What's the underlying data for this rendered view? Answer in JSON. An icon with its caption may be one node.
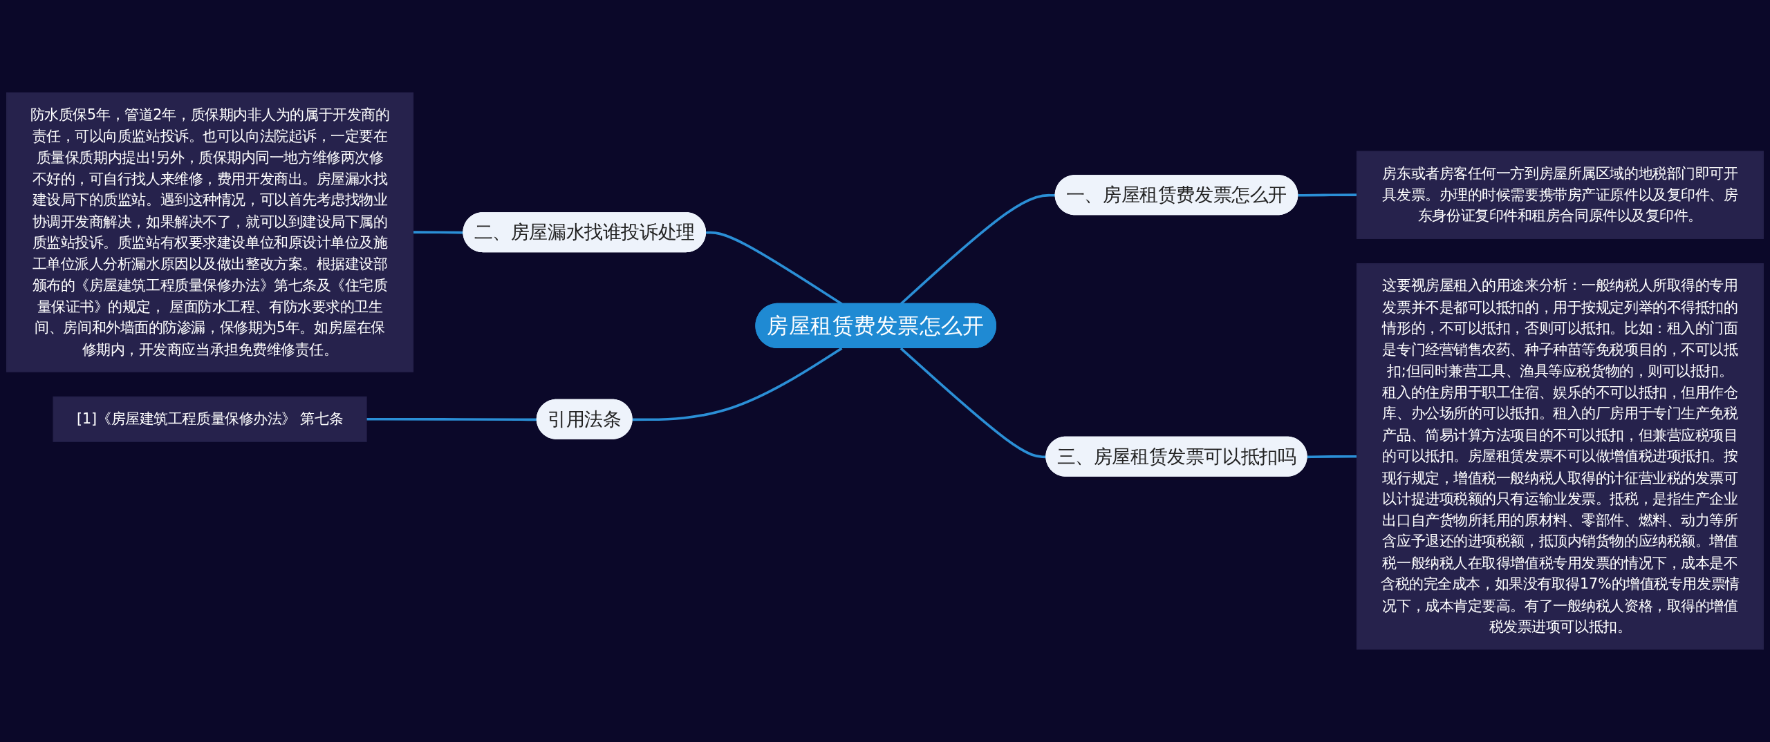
{
  "diagram": {
    "nodes": [
      {
        "text": [
          "房屋租赁费发票怎么开"
        ]
      },
      {
        "text": [
          "一、房屋租赁费发票怎么开"
        ]
      },
      {
        "text": [
          "房东或者房客任何一方到房屋所属区域的地税部门即可开具发票。办理的时候需要携带房产证原件以及复印件、房东身份证复印件和租房合同原件以及复印件。"
        ]
      },
      {
        "text": [
          "三、房屋租赁发票可以抵扣吗"
        ]
      },
      {
        "text": [
          "这要视房屋租入的用途来分析：一般纳税人所取得的专用发票并不是都可以抵扣的，用于按规定列举的不得抵扣的情形的，不可以抵扣，否则可以抵扣。比如：租入的门面是专门经营销售农药、种子种苗等免税项目的，不可以抵扣;但同时兼营工具、渔具等应税货物的，则可以抵扣。租入的住房用于职工住宿、娱乐的不可以抵扣，但用作仓库、办公场所的可以抵扣。租入的厂房用于专门生产免税产品、简易计算方法项目的不可以抵扣，但兼营应税项目的可以抵扣。房屋租赁发票不可以做增值税进项抵扣。按现行规定，增值税一般纳税人取得的计征营业税的发票可以计提进项税额的只有运输业发票。抵税，是指生产企业出口自产货物所耗用的原材料、零部件、燃料、动力等所含应予退还的进项税额，抵顶内销货物的应纳税额。增值税一般纳税人在取得增值税专用发票的情况下，成本是不含税的完全成本，如果没有取得17%的增值税专用发票情况下，成本肯定要高。有了一般纳税人资格，取得的增值税发票进项可以抵扣。"
        ]
      },
      {
        "text": [
          "二、房屋漏水找谁投诉处理"
        ]
      },
      {
        "text": [
          "防水质保5年，管道2年，质保期内非人为的属于开发商的责任，可以向质监站投诉。也可以向法院起诉，一定要在质量保质期内提出!另外，质保期内同一地方维修两次修不好的，可自行找人来维修，费用开发商出。房屋漏水找建设局下的质监站。遇到这种情况，可以首先考虑找物业协调开发商解决，如果解决不了，就可以到建设局下属的质监站投诉。质监站有权要求建设单位和原设计单位及施工单位派人分析漏水原因以及做出整改方案。根据建设部颁布的《房屋建筑工程质量保修办法》第七条及《住宅质量保证书》的规定， 屋面防水工程、有防水要求的卫生间、房间和外墙面的防渗漏，保修期为5年。如房屋在保修期内，开发商应当承担免费维修责任。"
        ]
      },
      {
        "text": [
          "引用法条"
        ]
      },
      {
        "text": [
          "[1]《房屋建筑工程质量保修办法》 第七条"
        ]
      }
    ],
    "edges": [
      {
        "from": 0,
        "to": 1,
        "arrow": "none"
      },
      {
        "from": 1,
        "to": 2,
        "arrow": "none"
      },
      {
        "from": 0,
        "to": 3,
        "arrow": "none"
      },
      {
        "from": 3,
        "to": 4,
        "arrow": "none"
      },
      {
        "from": 5,
        "to": 0,
        "arrow": "none"
      },
      {
        "from": 6,
        "to": 5,
        "arrow": "none"
      },
      {
        "from": 7,
        "to": 0,
        "arrow": "none"
      },
      {
        "from": 8,
        "to": 7,
        "arrow": "none"
      }
    ]
  }
}
